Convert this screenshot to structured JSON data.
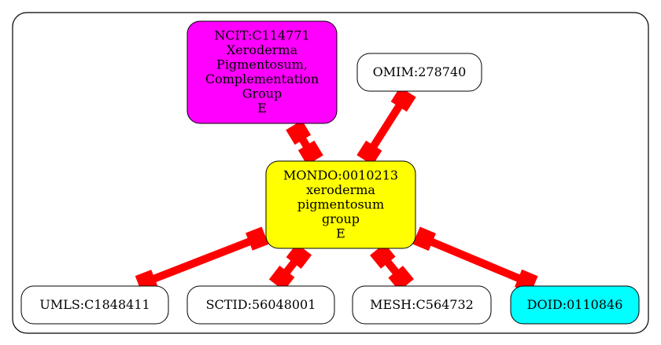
{
  "colors": {
    "edge": "#ff0000",
    "node_stroke": "#000000",
    "cluster_stroke": "#000000",
    "background": "#ffffff"
  },
  "nodes": [
    {
      "id": "center",
      "lines": [
        "MONDO:0010213",
        "xeroderma",
        "pigmentosum",
        "group",
        "E"
      ],
      "fill": "#ffff00"
    },
    {
      "id": "ncit",
      "lines": [
        "NCIT:C114771",
        "Xeroderma",
        "Pigmentosum,",
        "Complementation",
        "Group",
        "E"
      ],
      "fill": "#ff00ff"
    },
    {
      "id": "omim",
      "lines": [
        "OMIM:278740"
      ],
      "fill": "#ffffff"
    },
    {
      "id": "umls",
      "lines": [
        "UMLS:C1848411"
      ],
      "fill": "#ffffff"
    },
    {
      "id": "sctid",
      "lines": [
        "SCTID:56048001"
      ],
      "fill": "#ffffff"
    },
    {
      "id": "mesh",
      "lines": [
        "MESH:C564732"
      ],
      "fill": "#ffffff"
    },
    {
      "id": "doid",
      "lines": [
        "DOID:0110846"
      ],
      "fill": "#00ffff"
    }
  ],
  "edges": [
    {
      "from": "ncit",
      "to": "center"
    },
    {
      "from": "omim",
      "to": "center"
    },
    {
      "from": "center",
      "to": "umls"
    },
    {
      "from": "center",
      "to": "sctid"
    },
    {
      "from": "center",
      "to": "mesh"
    },
    {
      "from": "center",
      "to": "doid"
    }
  ]
}
